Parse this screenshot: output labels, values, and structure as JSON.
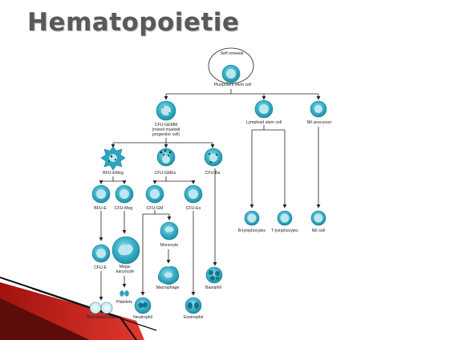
{
  "slide": {
    "title": "Hematopoietie"
  },
  "cells": {
    "self_renewal": "Self renewal",
    "pluripotent": "Pluripotent stem cell",
    "cfu_gemm": [
      "CFU-GEMM",
      "(mixed myeloid",
      "progenitor cell)"
    ],
    "lymphoid_stem": "Lymphoid stem cell",
    "nk_precursor": "NK-precursor",
    "bfu_emeg": "BFU-EMeg",
    "cfu_gmeo": "CFU-GMEo",
    "cfu_ba": "CFU-Ba",
    "bfu_e": "BFU-E",
    "cfu_meg": "CFU-Meg",
    "cfu_gm": "CFU-GM",
    "cfu_eo": "CFU-Eo",
    "b_lymphocytes": "B-lymphocytes",
    "t_lymphocytes": "T-lymphocytes",
    "nk_cell": "NK-cell",
    "monocyte": "Monocyte",
    "cfu_e": "CFU-E",
    "megakaryocyte": [
      "Mega-",
      "karyocyte"
    ],
    "macrophage": "Macrophage",
    "basophil": "Basophil",
    "platelets": "Platelets",
    "red_blood_cells": "Red blood cells",
    "neutrophil": "Neutrophil",
    "eosinophil": "Eosinophil"
  },
  "colors": {
    "cell_fill": "#2aa6bf",
    "cell_light": "#bfe6ef",
    "nucleus": "#7fd0e0",
    "line": "#222222",
    "accent_red": "#c8201b",
    "accent_black": "#111111"
  }
}
